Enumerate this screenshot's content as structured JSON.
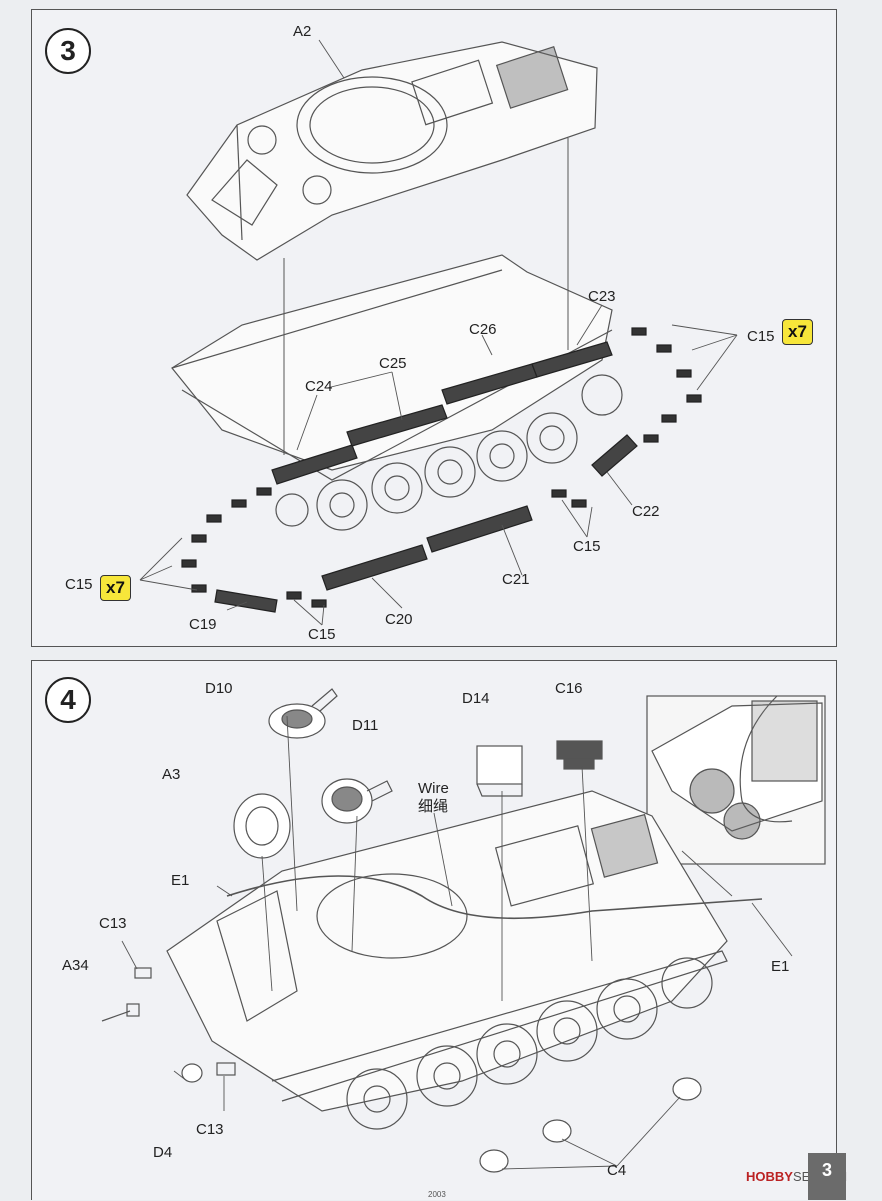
{
  "step3": {
    "number": "3",
    "labels": {
      "a2": "A2",
      "c23": "C23",
      "c26": "C26",
      "c25": "C25",
      "c24": "C24",
      "c15_right": "C15",
      "c22": "C22",
      "c15_mid": "C15",
      "c21": "C21",
      "c15_left": "C15",
      "c19": "C19",
      "c15_bottom": "C15",
      "c20": "C20"
    },
    "badges": {
      "right": "x7",
      "left": "x7"
    }
  },
  "step4": {
    "number": "4",
    "labels": {
      "d10": "D10",
      "d11": "D11",
      "d14": "D14",
      "c16": "C16",
      "a3": "A3",
      "wire": "Wire",
      "wire_cn": "细绳",
      "e1_left": "E1",
      "e1_right": "E1",
      "c13_top": "C13",
      "a34": "A34",
      "d4": "D4",
      "c13_bottom": "C13",
      "c4": "C4"
    }
  },
  "footer": {
    "page_number": "3",
    "watermark_brand": "HOBBY",
    "watermark_rest": "SEARCH",
    "code": "2003"
  },
  "colors": {
    "badge": "#f7e63a",
    "line_art": "#555555",
    "page_tab": "#6b6b6b"
  }
}
